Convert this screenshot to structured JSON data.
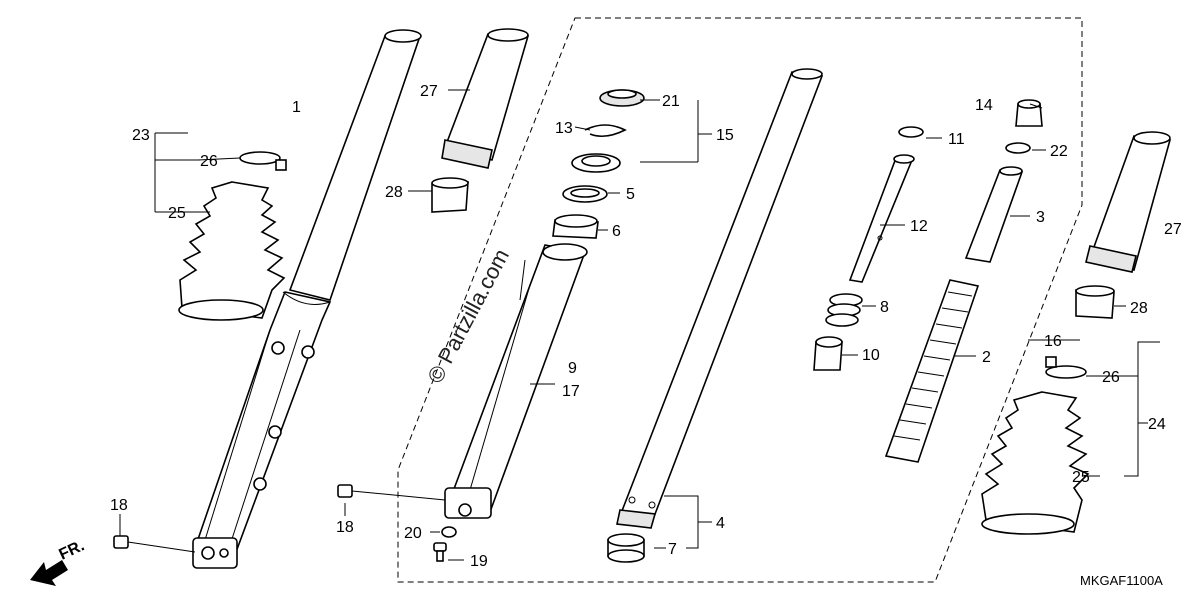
{
  "callouts": {
    "c1": "1",
    "c2": "2",
    "c3": "3",
    "c4": "4",
    "c5": "5",
    "c6": "6",
    "c7": "7",
    "c8": "8",
    "c9": "9",
    "c10": "10",
    "c11": "11",
    "c12": "12",
    "c13": "13",
    "c14": "14",
    "c15": "15",
    "c16": "16",
    "c17": "17",
    "c18a": "18",
    "c18b": "18",
    "c19": "19",
    "c20": "20",
    "c21": "21",
    "c22": "22",
    "c23": "23",
    "c24": "24",
    "c25a": "25",
    "c25b": "25",
    "c26a": "26",
    "c26b": "26",
    "c27a": "27",
    "c27b": "27",
    "c28a": "28",
    "c28b": "28"
  },
  "front_arrow": "FR.",
  "diagram_code": "MKGAF1100A",
  "watermark": "© Partzilla.com"
}
